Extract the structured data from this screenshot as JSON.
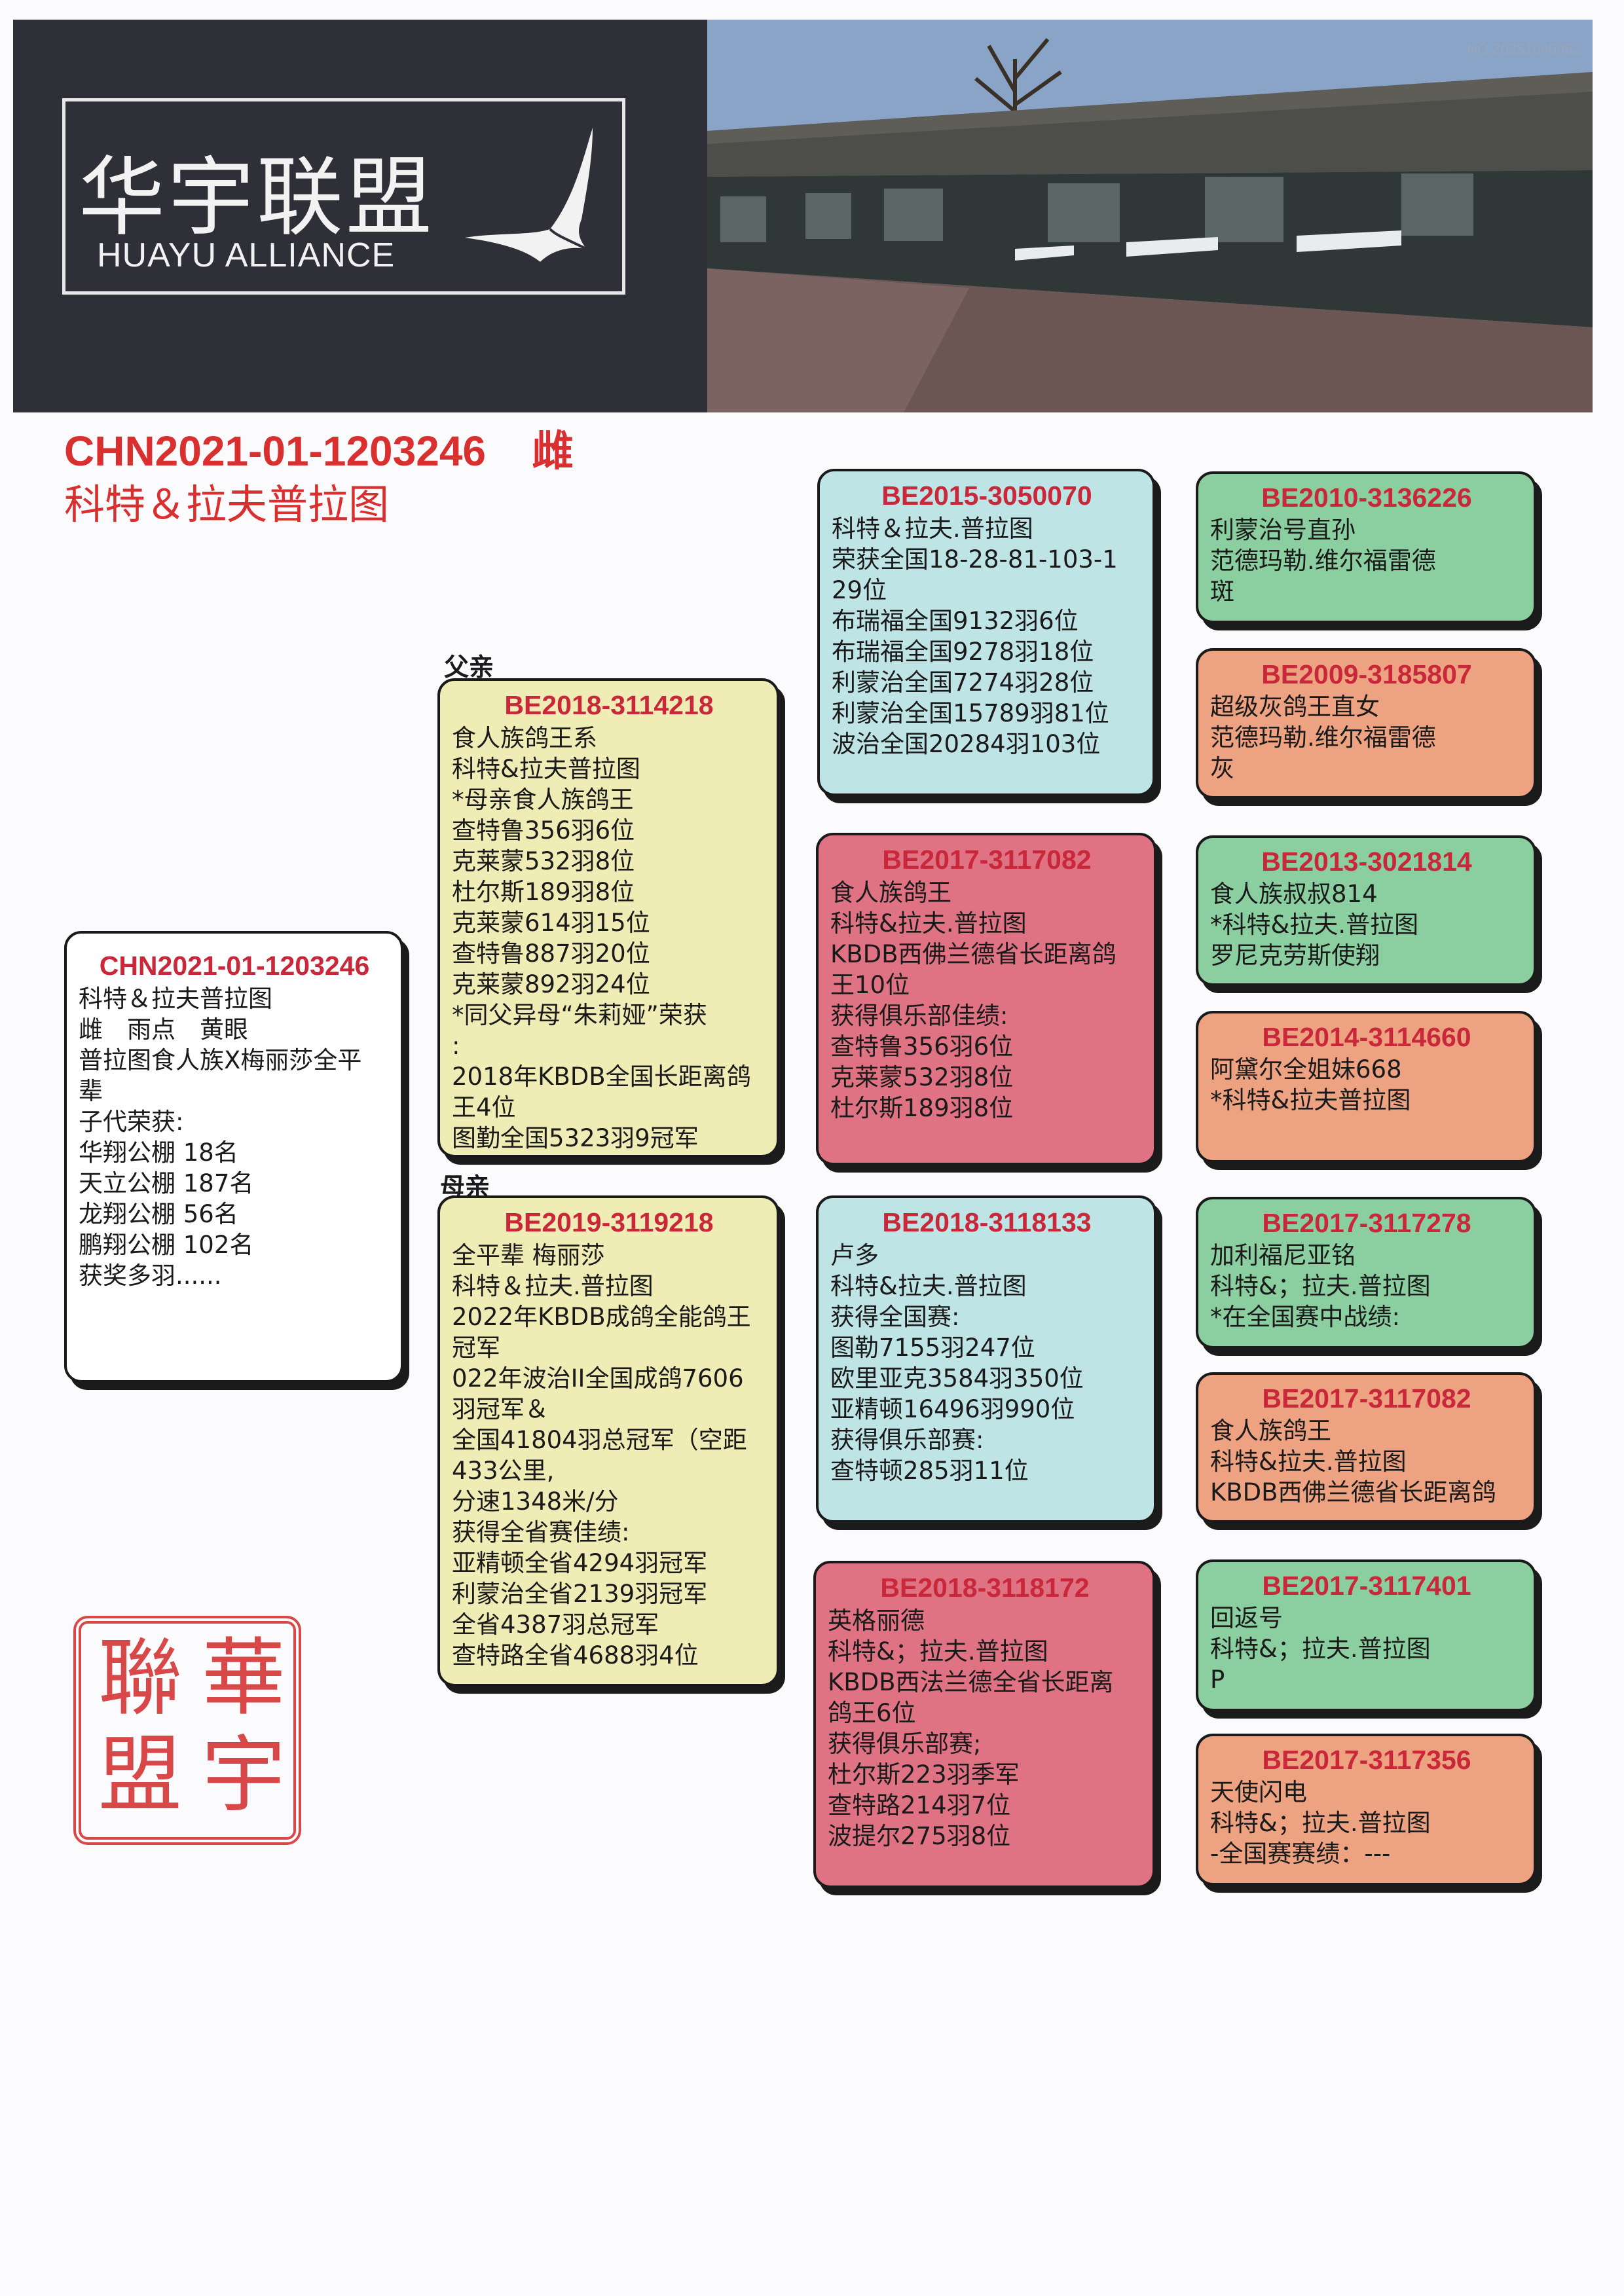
{
  "header": {
    "logo_cn": "华宇联盟",
    "logo_en": "HUAYU ALLIANCE",
    "doc_no": "NO.20251046952"
  },
  "title": {
    "ring": "CHN2021-01-1203246",
    "sex": "雌",
    "strain": "科特＆拉夫普拉图"
  },
  "labels": {
    "father": "父亲",
    "mother": "母亲"
  },
  "subject": {
    "ring": "CHN2021-01-1203246",
    "lines": [
      "科特＆拉夫普拉图",
      "雌　雨点　黄眼",
      "普拉图食人族X梅丽莎全平",
      "辈",
      "子代荣获:",
      "华翔公棚 18名",
      "天立公棚  187名",
      "龙翔公棚 56名",
      "鹏翔公棚 102名",
      "获奖多羽......"
    ]
  },
  "father": {
    "ring": "BE2018-3114218",
    "lines": [
      "食人族鸽王系",
      "科特&拉夫普拉图",
      "*母亲食人族鸽王",
      "查特鲁356羽6位",
      "克莱蒙532羽8位",
      "杜尔斯189羽8位",
      "克莱蒙614羽15位",
      "查特鲁887羽20位",
      "克莱蒙892羽24位",
      "*同父异母“朱莉娅”荣获",
      ":",
      "2018年KBDB全国长距离鸽",
      "王4位",
      "图勤全国5323羽9冠军"
    ]
  },
  "mother": {
    "ring": "BE2019-3119218",
    "lines": [
      "全平辈 梅丽莎",
      "科特＆拉夫.普拉图",
      "2022年KBDB成鸽全能鸽王",
      "冠军",
      "022年波治II全国成鸽7606",
      "羽冠军＆",
      "全国41804羽总冠军（空距",
      "433公里,",
      "分速1348米/分",
      "获得全省赛佳绩:",
      "亚精顿全省4294羽冠军",
      "利蒙治全省2139羽冠军",
      "全省4387羽总冠军",
      "查特路全省4688羽4位"
    ]
  },
  "gp": [
    {
      "ring": "BE2015-3050070",
      "lines": [
        "科特＆拉夫.普拉图",
        "荣获全国18-28-81-103-1",
        "29位",
        "布瑞福全国9132羽6位",
        "布瑞福全国9278羽18位",
        "利蒙治全国7274羽28位",
        "利蒙治全国15789羽81位",
        "波治全国20284羽103位"
      ]
    },
    {
      "ring": "BE2017-3117082",
      "lines": [
        "食人族鸽王",
        "科特&拉夫.普拉图",
        "KBDB西佛兰德省长距离鸽",
        "王10位",
        "获得俱乐部佳绩:",
        "查特鲁356羽6位",
        "克莱蒙532羽8位",
        "杜尔斯189羽8位"
      ]
    },
    {
      "ring": "BE2018-3118133",
      "lines": [
        "卢多",
        "科特&拉夫.普拉图",
        "获得全国赛:",
        "图勒7155羽247位",
        "欧里亚克3584羽350位",
        "亚精顿16496羽990位",
        "获得俱乐部赛:",
        "查特顿285羽11位"
      ]
    },
    {
      "ring": "BE2018-3118172",
      "lines": [
        "英格丽德",
        "科特&；拉夫.普拉图",
        "KBDB西法兰德全省长距离",
        "鸽王6位",
        "获得俱乐部赛;",
        "杜尔斯223羽季军",
        "查特路214羽7位",
        "波提尔275羽8位"
      ]
    }
  ],
  "ggp": [
    {
      "ring": "BE2010-3136226",
      "lines": [
        "利蒙治号直孙",
        "范德玛勒.维尔福雷德",
        "斑"
      ]
    },
    {
      "ring": "BE2009-3185807",
      "lines": [
        "超级灰鸽王直女",
        "范德玛勒.维尔福雷德",
        "灰"
      ]
    },
    {
      "ring": "BE2013-3021814",
      "lines": [
        "食人族叔叔814",
        "*科特&拉夫.普拉图",
        "罗尼克劳斯使翔"
      ]
    },
    {
      "ring": "BE2014-3114660",
      "lines": [
        "阿黛尔全姐妹668",
        "*科特&拉夫普拉图"
      ]
    },
    {
      "ring": "BE2017-3117278",
      "lines": [
        "加利福尼亚铭",
        "科特&；拉夫.普拉图",
        "*在全国赛中战绩:"
      ]
    },
    {
      "ring": "BE2017-3117082",
      "lines": [
        "食人族鸽王",
        "科特&拉夫.普拉图",
        "KBDB西佛兰德省长距离鸽"
      ]
    },
    {
      "ring": "BE2017-3117401",
      "lines": [
        "回返号",
        "科特&；拉夫.普拉图",
        "P"
      ]
    },
    {
      "ring": "BE2017-3117356",
      "lines": [
        "天使闪电",
        "科特&；拉夫.普拉图",
        "-全国赛赛绩：---"
      ]
    }
  ],
  "seal": {
    "chars": [
      "華",
      "宇",
      "聯",
      "盟"
    ]
  },
  "colors": {
    "title_red": "#d9302f",
    "ring_red": "#c9283a",
    "yellow": "#efecb6",
    "blue": "#bfe4e6",
    "pink": "#e07383",
    "green": "#8bcfa0",
    "orange": "#eda281",
    "seal_red": "#d94848"
  }
}
